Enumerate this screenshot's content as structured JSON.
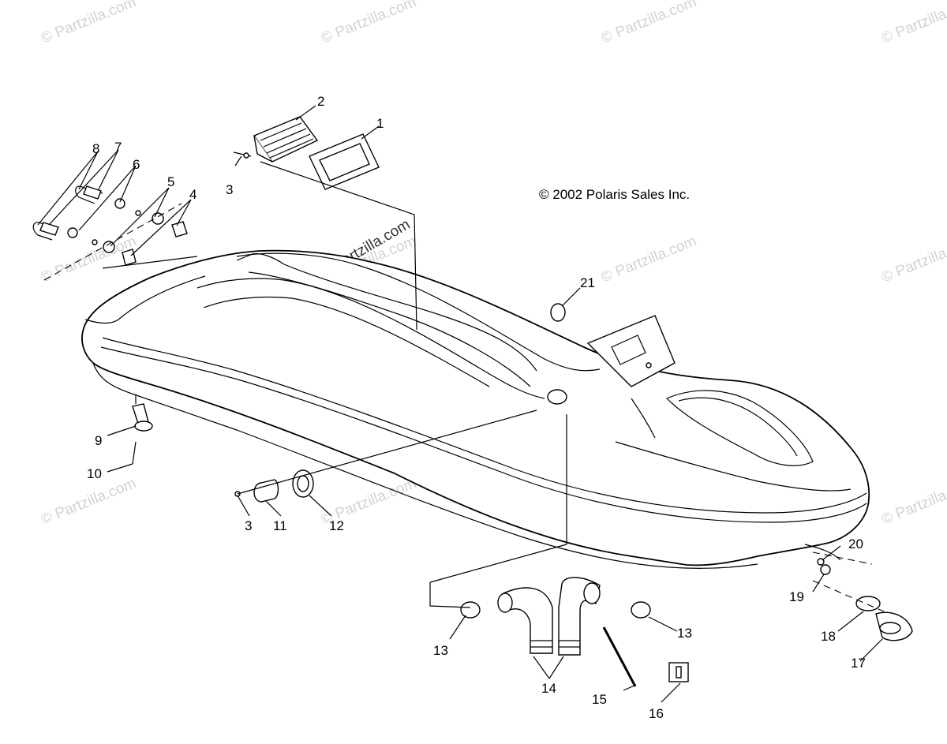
{
  "copyright": "© 2002 Polaris Sales Inc.",
  "watermark": "© Partzilla.com",
  "callouts": [
    "1",
    "2",
    "3",
    "3",
    "4",
    "5",
    "6",
    "7",
    "8",
    "9",
    "10",
    "11",
    "12",
    "13",
    "13",
    "14",
    "15",
    "16",
    "17",
    "18",
    "19",
    "20",
    "21"
  ]
}
